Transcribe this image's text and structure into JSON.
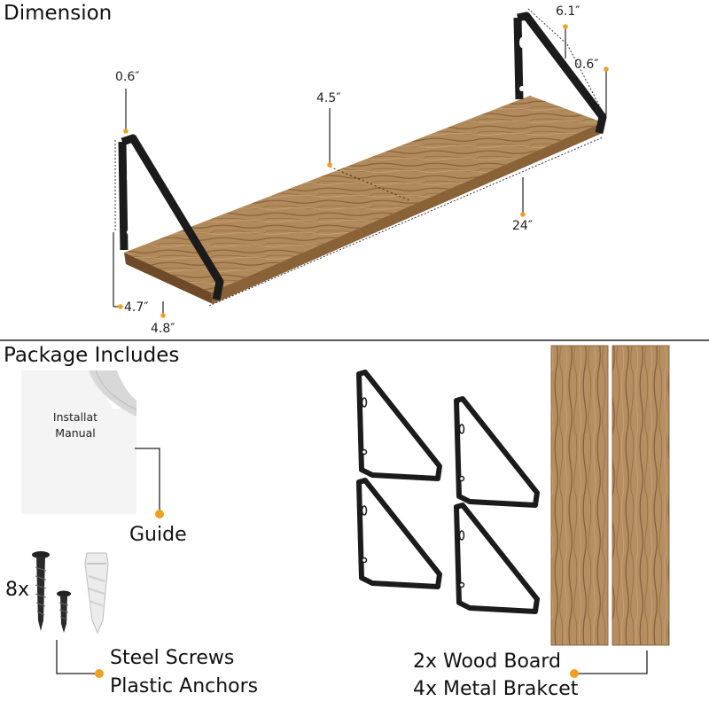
{
  "sections": {
    "dimension_title": "Dimension",
    "package_title": "Package Includes"
  },
  "dimensions": {
    "bracket_height_top": "6.1″",
    "bracket_thickness_right": "0.6″",
    "bracket_thickness_left": "0.6″",
    "board_depth_mid": "4.5″",
    "board_length": "24″",
    "bracket_height_left": "4.7″",
    "bracket_depth_left": "4.8″"
  },
  "package": {
    "manual_cover_text_line1": "Installat",
    "manual_cover_text_line2": "Manual",
    "guide_label": "Guide",
    "screw_count": "8x",
    "screws_label": "Steel Screws",
    "anchors_label": "Plastic Anchors",
    "boards_label": "2x Wood Board",
    "brackets_label": "4x Metal Brakcet"
  },
  "colors": {
    "accent_dot": "#f0a020",
    "wood_light": "#b08a5c",
    "wood_dark": "#7a5530",
    "metal": "#1b1b1b"
  },
  "icons": [
    "manual-icon",
    "screw-icon",
    "wall-anchor-icon",
    "metal-bracket-icon",
    "wood-board-icon"
  ]
}
